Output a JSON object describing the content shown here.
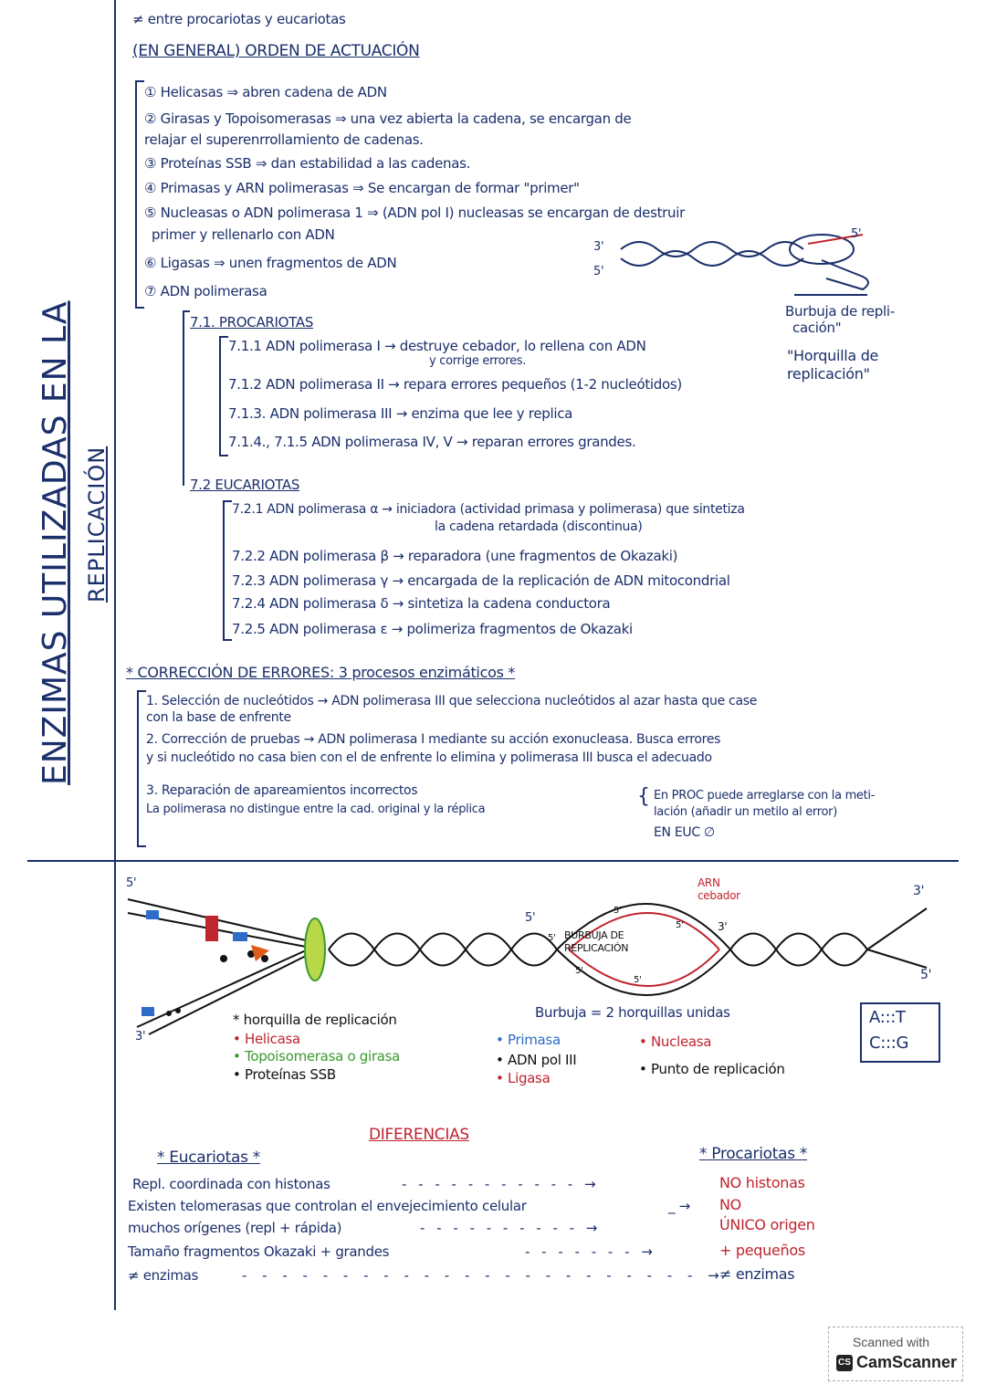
{
  "side_title": {
    "line1": "ENZIMAS UTILIZADAS EN LA",
    "line2": "REPLICACIÓN"
  },
  "header": {
    "note": "≠ entre procariotas y eucariotas",
    "heading": "(EN GENERAL) ORDEN DE ACTUACIÓN"
  },
  "order_list": [
    "① Helicasas ⇒ abren cadena de ADN",
    "② Girasas y Topoisomerasas ⇒ una vez abierta la cadena, se encargan de",
    "relajar el superenrrollamiento de cadenas.",
    "③ Proteínas SSB ⇒ dan estabilidad a las cadenas.",
    "④ Primasas y ARN polimerasas ⇒ Se encargan de formar \"primer\"",
    "⑤ Nucleasas o ADN polimerasa 1 ⇒ (ADN pol I) nucleasas se encargan de destruir",
    "primer y rellenarlo con ADN",
    "⑥ Ligasas ⇒ unen fragmentos de ADN",
    "⑦ ADN polimerasa"
  ],
  "prokaryotes": {
    "heading": "7.1. PROCARIOTAS",
    "items": [
      "7.1.1 ADN polimerasa I → destruye cebador, lo rellena con ADN",
      "y corrige errores.",
      "7.1.2 ADN polimerasa II → repara errores pequeños (1-2 nucleótidos)",
      "7.1.3. ADN polimerasa III → enzima que lee y replica",
      "7.1.4., 7.1.5 ADN polimerasa IV, V → reparan errores grandes."
    ]
  },
  "eukaryotes": {
    "heading": "7.2 EUCARIOTAS",
    "items": [
      "7.2.1 ADN polimerasa α → iniciadora (actividad primasa y polimerasa) que sintetiza",
      "la cadena retardada (discontinua)",
      "7.2.2 ADN polimerasa β → reparadora (une fragmentos de Okazaki)",
      "7.2.3 ADN polimerasa γ → encargada de la replicación de ADN mitocondrial",
      "7.2.4 ADN polimerasa δ → sintetiza la cadena conductora",
      "7.2.5 ADN polimerasa ε → polimeriza fragmentos de Okazaki"
    ]
  },
  "fork_diagram_top": {
    "label_3": "3'",
    "label_5a": "5'",
    "label_5b": "5'",
    "bubble": "Burbuja de repli-",
    "bubble2": "cación\"",
    "fork": "\"Horquilla de",
    "fork2": "replicación\""
  },
  "errors": {
    "heading": "* CORRECCIÓN DE ERRORES: 3 procesos enzimáticos *",
    "lines": [
      "1. Selección de nucleótidos → ADN polimerasa III que selecciona nucleótidos al azar hasta que case",
      "con la base de enfrente",
      "2. Corrección de pruebas → ADN polimerasa I mediante su acción exonucleasa. Busca errores",
      "y si nucleótido no casa bien con el de enfrente lo elimina y polimerasa III busca el adecuado",
      "3. Reparación de apareamientos incorrectos",
      "La polimerasa no distingue entre la cad. original y la réplica"
    ],
    "side": [
      "En PROC puede arreglarse con la meti-",
      "lación (añadir un metilo al error)",
      "EN EUC ∅"
    ]
  },
  "diagram": {
    "label_5_left": "5'",
    "label_3_left": "3'",
    "label_5_mid": "5'",
    "label_3_right": "3'",
    "label_5_right": "5'",
    "arn": "ARN",
    "cebador": "cebador",
    "bubble_title": "BURBUJA DE",
    "bubble_title2": "REPLICACIÓN",
    "in5a": "5'",
    "in5b": "5'",
    "in3": "3'",
    "in5c": "5'",
    "in5d": "5'",
    "in5e": "5'",
    "legend_left": [
      "* horquilla de replicación",
      "• Helicasa",
      "• Topoisomerasa o girasa",
      "• Proteínas SSB"
    ],
    "bubble_note": "Burbuja = 2 horquillas unidas",
    "legend_mid": [
      "• Primasa",
      "• ADN pol III",
      "• Ligasa"
    ],
    "legend_right": [
      "• Nucleasa",
      "• Punto de replicación"
    ],
    "pairs": [
      "A:::T",
      "C:::G"
    ]
  },
  "differences": {
    "heading": "DIFERENCIAS",
    "left_title": "* Eucariotas *",
    "right_title": "* Procariotas *",
    "rows": [
      {
        "left": "Repl. coordinada con histonas",
        "right": "NO histonas"
      },
      {
        "left": "Existen telomerasas que controlan el envejecimiento celular",
        "right": "NO"
      },
      {
        "left": "muchos orígenes (repl + rápida)",
        "right": "ÚNICO origen"
      },
      {
        "left": "Tamaño fragmentos Okazaki + grandes",
        "right": "+ pequeños"
      },
      {
        "left": "≠ enzimas",
        "right": "≠ enzimas"
      }
    ]
  },
  "scanner": {
    "line1": "Scanned with",
    "line2": "CamScanner",
    "logo": "CS"
  }
}
